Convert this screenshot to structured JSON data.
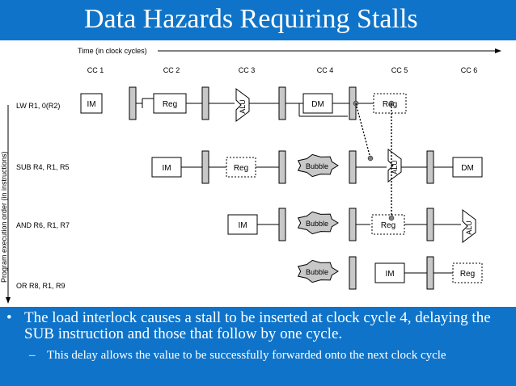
{
  "title": "Data Hazards Requiring Stalls",
  "diagram": {
    "time_axis_label": "Time (in clock cycles)",
    "program_axis_label": "Program execution order (in instructions)",
    "clock_cycles": [
      "CC 1",
      "CC 2",
      "CC 3",
      "CC 4",
      "CC 5",
      "CC 6"
    ],
    "instructions": [
      {
        "label": "LW    R1, 0(R2)"
      },
      {
        "label": "SUB R4, R1, R5"
      },
      {
        "label": "AND R6, R1, R7"
      },
      {
        "label": "OR R8, R1, R9"
      }
    ],
    "stage_labels": {
      "im": "IM",
      "reg": "Reg",
      "alu": "ALU",
      "dm": "DM",
      "bubble": "Bubble"
    }
  },
  "bullets": [
    {
      "text": "The load interlock causes a stall to be inserted at clock cycle 4, delaying the SUB instruction and those that follow by one cycle.",
      "sub": [
        "This delay allows the value to be successfully forwarded onto the next clock cycle"
      ]
    }
  ]
}
